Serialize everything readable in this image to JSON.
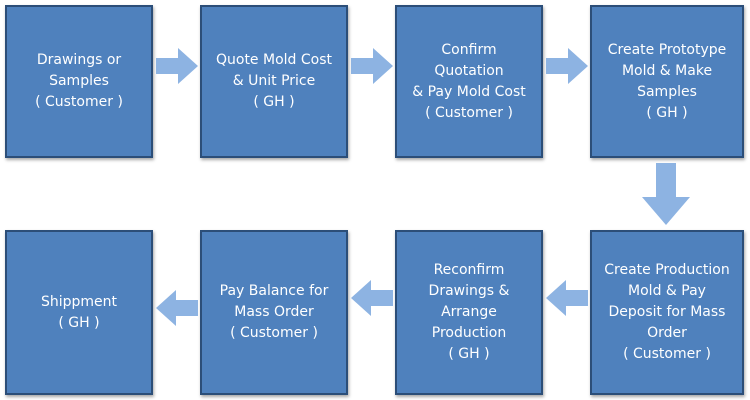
{
  "colors": {
    "box_fill": "#4f81bd",
    "box_border": "#2c4e78",
    "arrow_fill": "#8db3e2",
    "text": "#ffffff"
  },
  "steps": [
    {
      "lines": [
        "Drawings or",
        "Samples",
        "( Customer )"
      ]
    },
    {
      "lines": [
        "Quote Mold Cost",
        "& Unit Price",
        "( GH )"
      ]
    },
    {
      "lines": [
        "Confirm",
        "Quotation",
        "& Pay Mold Cost",
        "( Customer )"
      ]
    },
    {
      "lines": [
        "Create Prototype",
        "Mold & Make",
        "Samples",
        "( GH )"
      ]
    },
    {
      "lines": [
        "Create Production",
        "Mold & Pay",
        "Deposit for Mass",
        "Order",
        "( Customer  )"
      ]
    },
    {
      "lines": [
        "Reconfirm",
        "Drawings &",
        "Arrange",
        "Production",
        "( GH )"
      ]
    },
    {
      "lines": [
        "Pay Balance for",
        "Mass Order",
        "( Customer )"
      ]
    },
    {
      "lines": [
        "Shippment",
        "( GH )"
      ]
    }
  ]
}
